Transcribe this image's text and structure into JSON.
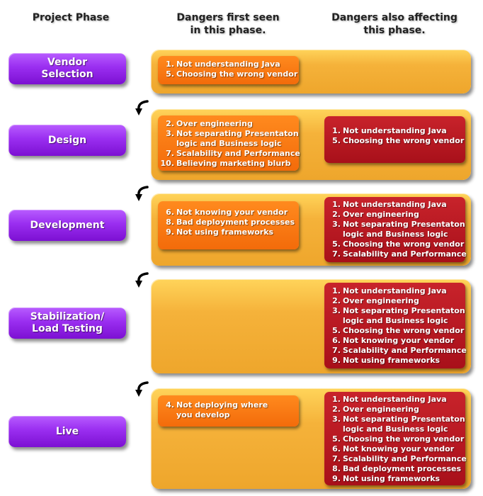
{
  "headers": {
    "phase": "Project Phase",
    "first_line1": "Dangers first seen",
    "first_line2": "in this phase.",
    "also_line1": "Dangers also affecting",
    "also_line2": "this phase."
  },
  "rows": [
    {
      "phase_lines": [
        "Vendor",
        "Selection"
      ],
      "first": [
        {
          "num": "1.",
          "lines": [
            "Not understanding Java"
          ]
        },
        {
          "num": "5.",
          "lines": [
            "Choosing the wrong vendor"
          ]
        }
      ],
      "also": []
    },
    {
      "phase_lines": [
        "Design"
      ],
      "first": [
        {
          "num": "2.",
          "lines": [
            "Over engineering"
          ]
        },
        {
          "num": "3.",
          "lines": [
            "Not separating Presentaton",
            "logic and Business logic"
          ]
        },
        {
          "num": "7.",
          "lines": [
            "Scalability and Performance"
          ]
        },
        {
          "num": "10.",
          "lines": [
            "Believing marketing blurb"
          ]
        }
      ],
      "also": [
        {
          "num": "1.",
          "lines": [
            "Not understanding Java"
          ]
        },
        {
          "num": "5.",
          "lines": [
            "Choosing the wrong vendor"
          ]
        }
      ]
    },
    {
      "phase_lines": [
        "Development"
      ],
      "first": [
        {
          "num": "6.",
          "lines": [
            "Not knowing your vendor"
          ]
        },
        {
          "num": "8.",
          "lines": [
            "Bad deployment processes"
          ]
        },
        {
          "num": "9.",
          "lines": [
            "Not using frameworks"
          ]
        }
      ],
      "also": [
        {
          "num": "1.",
          "lines": [
            "Not understanding Java"
          ]
        },
        {
          "num": "2.",
          "lines": [
            "Over engineering"
          ]
        },
        {
          "num": "3.",
          "lines": [
            "Not separating Presentaton",
            "logic and Business logic"
          ]
        },
        {
          "num": "5.",
          "lines": [
            "Choosing the wrong vendor"
          ]
        },
        {
          "num": "7.",
          "lines": [
            "Scalability and Performance"
          ]
        }
      ]
    },
    {
      "phase_lines": [
        "Stabilization/",
        "Load Testing"
      ],
      "first": [],
      "also": [
        {
          "num": "1.",
          "lines": [
            "Not understanding Java"
          ]
        },
        {
          "num": "2.",
          "lines": [
            "Over engineering"
          ]
        },
        {
          "num": "3.",
          "lines": [
            "Not separating Presentaton",
            "logic and Business logic"
          ]
        },
        {
          "num": "5.",
          "lines": [
            "Choosing the wrong vendor"
          ]
        },
        {
          "num": "6.",
          "lines": [
            "Not knowing your vendor"
          ]
        },
        {
          "num": "7.",
          "lines": [
            "Scalability and Performance"
          ]
        },
        {
          "num": "9.",
          "lines": [
            "Not using frameworks"
          ]
        }
      ]
    },
    {
      "phase_lines": [
        "Live"
      ],
      "first": [
        {
          "num": "4.",
          "lines": [
            "Not deploying where",
            "you develop"
          ]
        }
      ],
      "also": [
        {
          "num": "1.",
          "lines": [
            "Not understanding Java"
          ]
        },
        {
          "num": "2.",
          "lines": [
            "Over engineering"
          ]
        },
        {
          "num": "3.",
          "lines": [
            "Not separating Presentaton",
            "logic and Business logic"
          ]
        },
        {
          "num": "5.",
          "lines": [
            "Choosing the wrong vendor"
          ]
        },
        {
          "num": "6.",
          "lines": [
            "Not knowing your vendor"
          ]
        },
        {
          "num": "7.",
          "lines": [
            "Scalability and Performance"
          ]
        },
        {
          "num": "8.",
          "lines": [
            "Bad deployment processes"
          ]
        },
        {
          "num": "9.",
          "lines": [
            "Not using frameworks"
          ]
        }
      ]
    }
  ],
  "colors": {
    "phase": "#9a2ef0",
    "band": "#f5b23a",
    "first_box": "#f36b0a",
    "also_box": "#a8101a"
  },
  "icons": {
    "arrow": "curved-down-arrow-icon"
  }
}
